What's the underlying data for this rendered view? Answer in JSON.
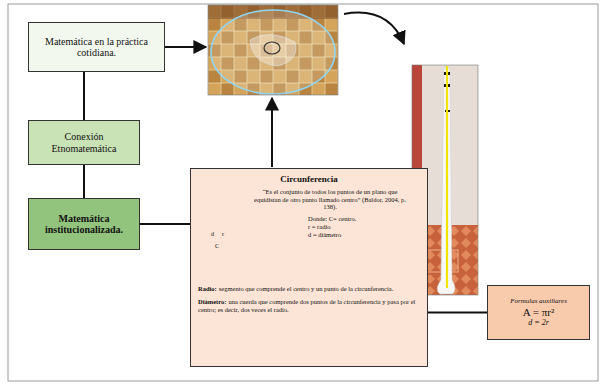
{
  "diagram": {
    "nodes": [
      {
        "text": [
          "Matemática en la práctica cotidiana."
        ]
      },
      {
        "text": [
          "Conexión Etnomatemática"
        ]
      },
      {
        "text": [
          "Matemática institucionalizada."
        ]
      },
      {
        "text": [
          "Circunferencia",
          "“Es el conjunto de todos los puntos de un plano que equidistan de otro punto llamado centro” (Baldor, 2004, p. 138).",
          "Donde: C= centro.",
          "r = radio",
          "d = diámetro",
          "Radio:",
          "segmento que comprende el centro y un punto de la circunferencia.",
          "Diámetro:",
          "una cuerda que comprende dos puntos de la circunferencia y pasa por el centro; es decir, dos veces el radio."
        ]
      },
      {
        "text": [
          "Formulas auxiliares",
          "A = πr²",
          "d = 2r"
        ]
      }
    ],
    "edges": [
      {
        "from": 0,
        "to": 1,
        "arrow": "none"
      },
      {
        "from": 1,
        "to": 2,
        "arrow": "none"
      },
      {
        "from": 2,
        "to": 3,
        "arrow": "none"
      },
      {
        "from": 3,
        "to": 4,
        "arrow": "none"
      }
    ],
    "labels": [
      "d",
      "r",
      "C"
    ]
  }
}
